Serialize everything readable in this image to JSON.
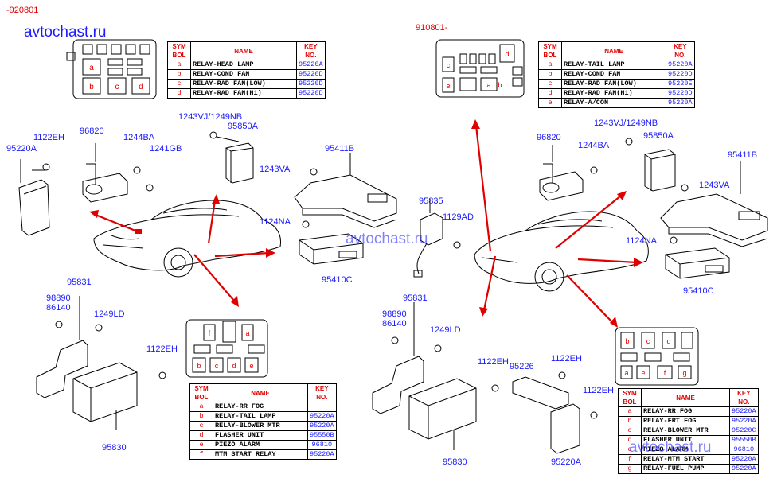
{
  "watermarks": {
    "top": "avtochast.ru",
    "middle": "avtochast.ru",
    "bottom": "avtochast.ru"
  },
  "dates": {
    "left": "-920801",
    "right": "910801-"
  },
  "parts": {
    "p95220A_l": "95220A",
    "p1122EH_l": "1122EH",
    "p96820_l": "96820",
    "p1244BA_l": "1244BA",
    "p1241GB": "1241GB",
    "p1243VJ_l": "1243VJ/1249NB",
    "p95850A_l": "95850A",
    "p95411B_l": "95411B",
    "p1243VA_l": "1243VA",
    "p1124NA_l": "1124NA",
    "p95410C_l": "95410C",
    "p95835": "95835",
    "p1129AD": "1129AD",
    "p95831_l": "95831",
    "p98890_l": "98890",
    "p86140_l": "86140",
    "p1249LD_l": "1249LD",
    "p1122EH_l2": "1122EH",
    "p95830_l": "95830",
    "p96820_r": "96820",
    "p1244BA_r": "1244BA",
    "p1243VJ_r": "1243VJ/1249NB",
    "p95850A_r": "95850A",
    "p95411B_r": "95411B",
    "p1243VA_r": "1243VA",
    "p1124NA_r": "1124NA",
    "p95410C_r": "95410C",
    "p95831_r": "95831",
    "p98890_r": "98890",
    "p86140_r": "86140",
    "p1249LD_r": "1249LD",
    "p1122EH_r1": "1122EH",
    "p95226": "95226",
    "p1122EH_r2": "1122EH",
    "p1122EH_r3": "1122EH",
    "p95830_r": "95830",
    "p95220A_r": "95220A"
  },
  "headers": {
    "sym": "SYM BOL",
    "sym1": "SYM",
    "sym2": "BOL",
    "name": "NAME",
    "key": "KEY NO.",
    "key1": "KEY",
    "key2": "NO."
  },
  "table_tl": [
    {
      "sym": "a",
      "name": "RELAY-HEAD LAMP",
      "key": "95220A"
    },
    {
      "sym": "b",
      "name": "RELAY-COND FAN",
      "key": "95220D"
    },
    {
      "sym": "c",
      "name": "RELAY-RAD FAN(LOW)",
      "key": "95220D"
    },
    {
      "sym": "d",
      "name": "RELAY-RAD FAN(H1)",
      "key": "95220D"
    }
  ],
  "table_tr": [
    {
      "sym": "a",
      "name": "RELAY-TAIL LAMP",
      "key": "95220A"
    },
    {
      "sym": "b",
      "name": "RELAY-COND FAN",
      "key": "95220D"
    },
    {
      "sym": "c",
      "name": "RELAY-RAD FAN(LOW)",
      "key": "95220E"
    },
    {
      "sym": "d",
      "name": "RELAY-RAD FAN(H1)",
      "key": "95220D"
    },
    {
      "sym": "e",
      "name": "RELAY-A/CON",
      "key": "95220A"
    }
  ],
  "table_bl": [
    {
      "sym": "a",
      "name": "RELAY-RR FOG",
      "key": ""
    },
    {
      "sym": "b",
      "name": "RELAY-TAIL LAMP",
      "key": "95220A"
    },
    {
      "sym": "c",
      "name": "RELAY-BLOWER MTR",
      "key": "95220A"
    },
    {
      "sym": "d",
      "name": "FLASHER UNIT",
      "key": "95550B"
    },
    {
      "sym": "e",
      "name": "PIEZO ALARM",
      "key": "96810"
    },
    {
      "sym": "f",
      "name": "MTM START RELAY",
      "key": "95220A"
    }
  ],
  "table_br": [
    {
      "sym": "a",
      "name": "RELAY-RR FOG",
      "key": "95220A"
    },
    {
      "sym": "b",
      "name": "RELAY-FRT FOG",
      "key": "95220A"
    },
    {
      "sym": "c",
      "name": "RELAY-BLOWER MTR",
      "key": "95220C"
    },
    {
      "sym": "d",
      "name": "FLASHER UNIT",
      "key": "95550B"
    },
    {
      "sym": "e",
      "name": "PIEZO ALARM",
      "key": "96810"
    },
    {
      "sym": "f",
      "name": "RELAY-MTM START",
      "key": "95220A"
    },
    {
      "sym": "g",
      "name": "RELAY-FUEL PUMP",
      "key": "95220A"
    }
  ],
  "box_letters": {
    "tl": [
      "a",
      "b",
      "c",
      "d"
    ],
    "tr": [
      "c",
      "d",
      "a",
      "e",
      "b"
    ],
    "bl": [
      "f",
      "a",
      "b",
      "c",
      "d",
      "e"
    ],
    "br": [
      "b",
      "c",
      "d",
      "a",
      "e",
      "f",
      "g"
    ]
  },
  "colors": {
    "accent_red": "#e00000",
    "part_blue": "#1a1aff"
  }
}
